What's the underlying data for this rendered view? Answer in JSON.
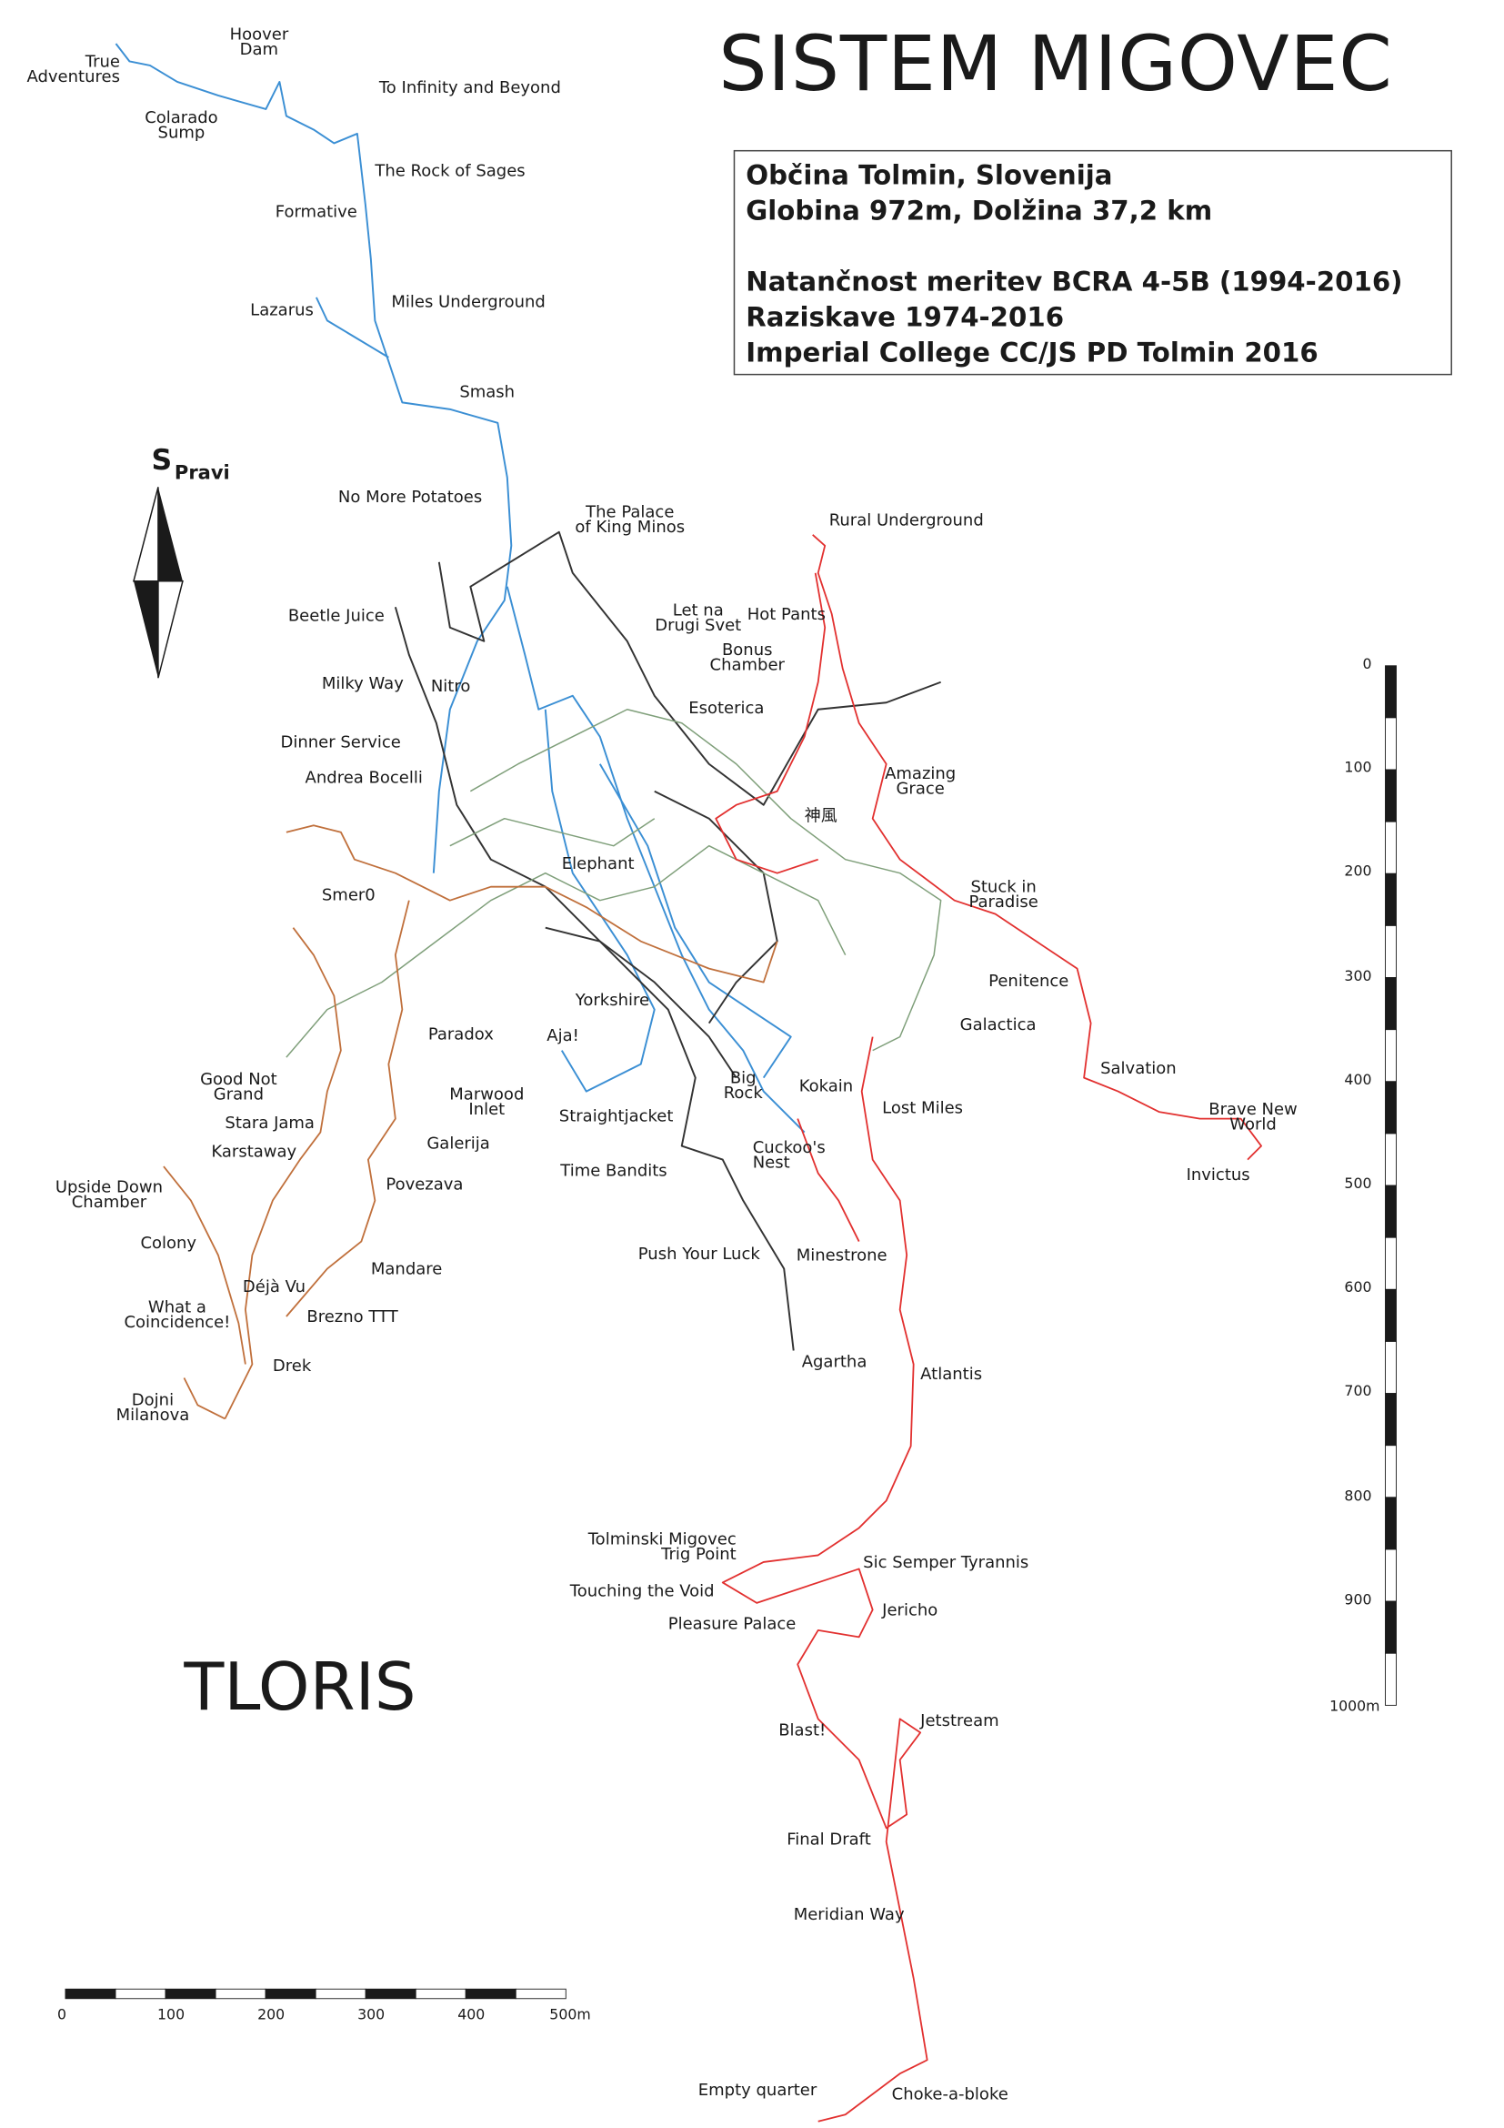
{
  "title": "SISTEM MIGOVEC",
  "subtitle": "TLORIS",
  "info": [
    "Občina Tolmin, Slovenija",
    "Globina 972m, Dolžina 37,2 km",
    "",
    "Natančnost meritev BCRA 4-5B (1994-2016)",
    "Raziskave 1974-2016",
    "Imperial College CC/JS PD Tolmin 2016"
  ],
  "compass": {
    "letter": "S",
    "label": "Pravi"
  },
  "colors": {
    "blue": "#3b8fd4",
    "black": "#333333",
    "red": "#e2302f",
    "brown": "#c0703c",
    "green": "#7f9f7a"
  },
  "labels": [
    [
      "True",
      "Adventures"
    ],
    [
      "Hoover",
      "Dam"
    ],
    [
      "To Infinity and Beyond"
    ],
    [
      "Colarado",
      "Sump"
    ],
    [
      "The Rock of Sages"
    ],
    [
      "Formative"
    ],
    [
      "Lazarus"
    ],
    [
      "Miles Underground"
    ],
    [
      "Smash"
    ],
    [
      "No More Potatoes"
    ],
    [
      "The Palace",
      "of King Minos"
    ],
    [
      "Rural Underground"
    ],
    [
      "Beetle Juice"
    ],
    [
      "Let na",
      "Drugi Svet"
    ],
    [
      "Hot Pants"
    ],
    [
      "Bonus",
      "Chamber"
    ],
    [
      "Milky Way"
    ],
    [
      "Nitro"
    ],
    [
      "Esoterica"
    ],
    [
      "Dinner Service"
    ],
    [
      "Andrea Bocelli"
    ],
    [
      "Amazing",
      "Grace"
    ],
    [
      "神風"
    ],
    [
      "Elephant"
    ],
    [
      "Smer0"
    ],
    [
      "Stuck in",
      "Paradise"
    ],
    [
      "Penitence"
    ],
    [
      "Yorkshire"
    ],
    [
      "Galactica"
    ],
    [
      "Paradox"
    ],
    [
      "Aja!"
    ],
    [
      "Salvation"
    ],
    [
      "Good Not",
      "Grand"
    ],
    [
      "Big",
      "Rock"
    ],
    [
      "Kokain"
    ],
    [
      "Marwood",
      "Inlet"
    ],
    [
      "Lost Miles"
    ],
    [
      "Brave New",
      "World"
    ],
    [
      "Straightjacket"
    ],
    [
      "Stara Jama"
    ],
    [
      "Galerija"
    ],
    [
      "Cuckoo's",
      "Nest"
    ],
    [
      "Karstaway"
    ],
    [
      "Time Bandits"
    ],
    [
      "Invictus"
    ],
    [
      "Povezava"
    ],
    [
      "Upside Down",
      "Chamber"
    ],
    [
      "Colony"
    ],
    [
      "Push Your Luck"
    ],
    [
      "Minestrone"
    ],
    [
      "Mandare"
    ],
    [
      "Déjà Vu"
    ],
    [
      "What a",
      "Coincidence!"
    ],
    [
      "Brezno TTT"
    ],
    [
      "Agartha"
    ],
    [
      "Drek"
    ],
    [
      "Atlantis"
    ],
    [
      "Dojni",
      "Milanova"
    ],
    [
      "Tolminski Migovec",
      "Trig Point"
    ],
    [
      "Sic Semper Tyrannis"
    ],
    [
      "Touching the Void"
    ],
    [
      "Jericho"
    ],
    [
      "Pleasure Palace"
    ],
    [
      "Jetstream"
    ],
    [
      "Blast!"
    ],
    [
      "Final Draft"
    ],
    [
      "Meridian Way"
    ],
    [
      "Empty quarter"
    ],
    [
      "Choke-a-bloke"
    ]
  ],
  "vertical_scale": [
    "0",
    "100",
    "200",
    "300",
    "400",
    "500",
    "600",
    "700",
    "800",
    "900",
    "1000m"
  ],
  "horizontal_scale": [
    "0",
    "100",
    "200",
    "300",
    "400",
    "500m"
  ]
}
